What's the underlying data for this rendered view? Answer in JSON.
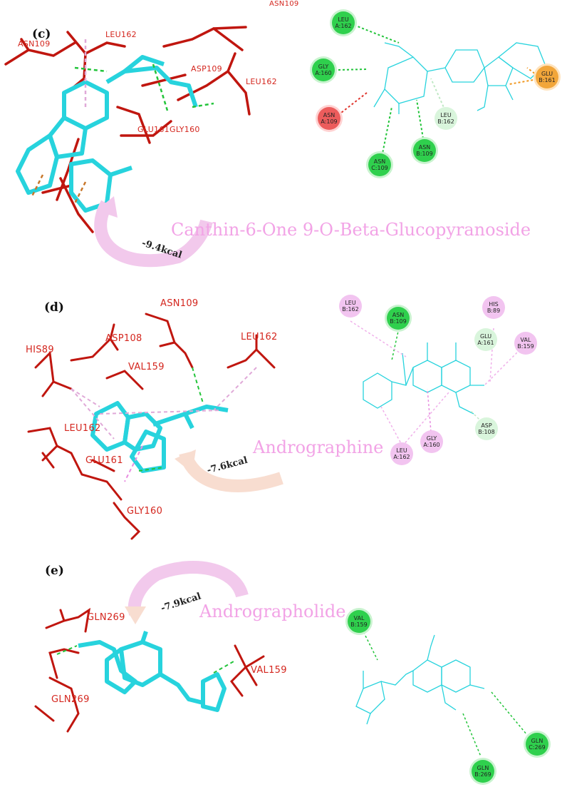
{
  "top_cut_label": "ASN109",
  "panels": {
    "c": {
      "label": "(c)",
      "compound": "Canthin-6-One 9-O-Beta-Glucopyranoside",
      "energy": "-9.4kcal",
      "residues3d": [
        "LEU162",
        "ASN109",
        "ASP109",
        "LEU162",
        "GLU161",
        "GLY160"
      ],
      "nodes": [
        {
          "l1": "LEU",
          "l2": "A:162"
        },
        {
          "l1": "GLY",
          "l2": "A:160"
        },
        {
          "l1": "ASN",
          "l2": "A:109"
        },
        {
          "l1": "ASN",
          "l2": "C:109"
        },
        {
          "l1": "ASN",
          "l2": "B:109"
        },
        {
          "l1": "LEU",
          "l2": "B:162"
        },
        {
          "l1": "GLU",
          "l2": "B:161"
        }
      ]
    },
    "d": {
      "label": "(d)",
      "compound": "Andrographine",
      "energy": "-7.6kcal",
      "residues3d": [
        "ASN109",
        "ASP108",
        "HIS89",
        "VAL159",
        "LEU162",
        "LEU162",
        "GLU161",
        "GLY160"
      ],
      "nodes": [
        {
          "l1": "LEU",
          "l2": "B:162"
        },
        {
          "l1": "ASN",
          "l2": "B:109"
        },
        {
          "l1": "HIS",
          "l2": "B:89"
        },
        {
          "l1": "GLU",
          "l2": "A:161"
        },
        {
          "l1": "VAL",
          "l2": "B:159"
        },
        {
          "l1": "GLY",
          "l2": "A:160"
        },
        {
          "l1": "ASP",
          "l2": "B:108"
        },
        {
          "l1": "LEU",
          "l2": "A:162"
        }
      ]
    },
    "e": {
      "label": "(e)",
      "compound": "Andrographolide",
      "energy": "-7.9kcal",
      "residues3d": [
        "GLN269",
        "VAL159",
        "GLN269"
      ],
      "nodes": [
        {
          "l1": "VAL",
          "l2": "B:159"
        },
        {
          "l1": "GLN",
          "l2": "C:269"
        },
        {
          "l1": "GLN",
          "l2": "B:269"
        }
      ]
    }
  },
  "colors": {
    "residue": "#c0160f",
    "ligand": "#27d3dd",
    "hbond": "#22c43a",
    "pi": "#e88de0",
    "accent_text": "#f2a3e6"
  }
}
